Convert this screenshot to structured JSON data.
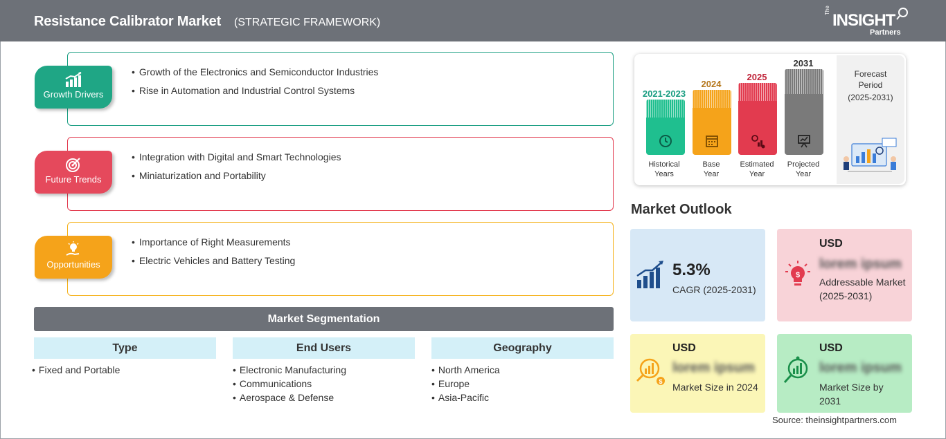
{
  "header": {
    "title": "Resistance Calibrator Market",
    "subtitle": "(STRATEGIC FRAMEWORK)",
    "logo_the": "The",
    "logo_insight": "INSIGHT",
    "logo_partners": "Partners"
  },
  "drivers": {
    "label": "Growth Drivers",
    "color": "#1a9e82",
    "items": [
      "Growth of the Electronics and Semiconductor Industries",
      "Rise in Automation and Industrial Control Systems"
    ]
  },
  "trends": {
    "label": "Future Trends",
    "color": "#e23b4f",
    "items": [
      "Integration with Digital and Smart Technologies",
      "Miniaturization and Portability"
    ]
  },
  "opportunities": {
    "label": "Opportunities",
    "color": "#f5a31a",
    "items": [
      "Importance of Right Measurements",
      "Electric Vehicles and Battery Testing"
    ]
  },
  "segmentation": {
    "title": "Market Segmentation",
    "columns": [
      {
        "head": "Type",
        "items": [
          "Fixed and Portable"
        ]
      },
      {
        "head": "End Users",
        "items": [
          "Electronic Manufacturing",
          "Communications",
          "Aerospace & Defense"
        ]
      },
      {
        "head": "Geography",
        "items": [
          "North America",
          "Europe",
          "Asia-Pacific"
        ]
      }
    ]
  },
  "timeline": {
    "bars": [
      {
        "year": "2021-2023",
        "label_line1": "Historical",
        "label_line2": "Years",
        "color": "#1fbf8f",
        "year_color": "#1a9e82"
      },
      {
        "year": "2024",
        "label_line1": "Base",
        "label_line2": "Year",
        "color": "#f5a31a",
        "year_color": "#b5761a"
      },
      {
        "year": "2025",
        "label_line1": "Estimated",
        "label_line2": "Year",
        "color": "#e23b4f",
        "year_color": "#c0243a"
      },
      {
        "year": "2031",
        "label_line1": "Projected",
        "label_line2": "Year",
        "color": "#7a7a7a",
        "year_color": "#333333"
      }
    ],
    "forecast_line1": "Forecast",
    "forecast_line2": "Period",
    "forecast_line3": "(2025-2031)"
  },
  "outlook": {
    "title": "Market Outlook",
    "cagr_value": "5.3%",
    "cagr_label": "CAGR (2025-2031)",
    "addressable_usd": "USD",
    "addressable_value": "lorem ipsum",
    "addressable_label": "Addressable Market (2025-2031)",
    "size2024_usd": "USD",
    "size2024_value": "lorem ipsum",
    "size2024_label": "Market Size in 2024",
    "size2031_usd": "USD",
    "size2031_value": "lorem ipsum",
    "size2031_label": "Market Size by 2031"
  },
  "source": "Source: theinsightpartners.com"
}
